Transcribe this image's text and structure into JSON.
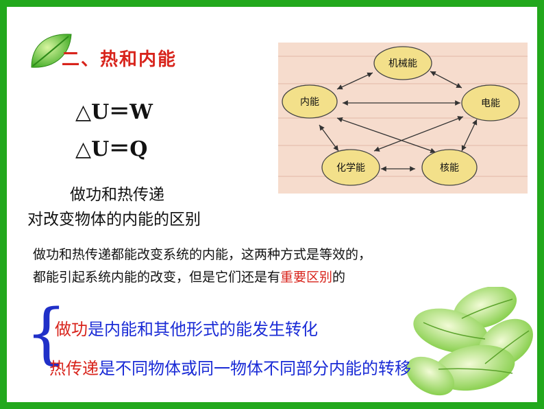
{
  "title": "二、热和内能",
  "formulas": [
    "△U＝W",
    "△U＝Q"
  ],
  "caption": {
    "line1": "做功和热传递",
    "line2": "对改变物体的内能的区别"
  },
  "paragraph": {
    "line1": "做功和热传递都能改变系统的内能，这两种方式是等效的，",
    "line2_prefix": "都能引起系统内能的改变，但是它们还是有",
    "line2_highlight": "重要区别",
    "line2_suffix": "的"
  },
  "brace": "{",
  "bullets": {
    "b1_red": "做功",
    "b1_rest": "是内能和其他形式的能发生转化",
    "b2_red": "热传递",
    "b2_rest": "是不同物体或同一物体不同部分内能的转移"
  },
  "diagram": {
    "nodes": [
      "机械能",
      "内能",
      "电能",
      "化学能",
      "核能"
    ]
  },
  "colors": {
    "border": "#22a81c",
    "title": "#d8241c",
    "bullet": "#1a2bd6",
    "node": "#f3e08a"
  },
  "icons": [
    "leaf-icon",
    "leaf-cluster-icon"
  ]
}
